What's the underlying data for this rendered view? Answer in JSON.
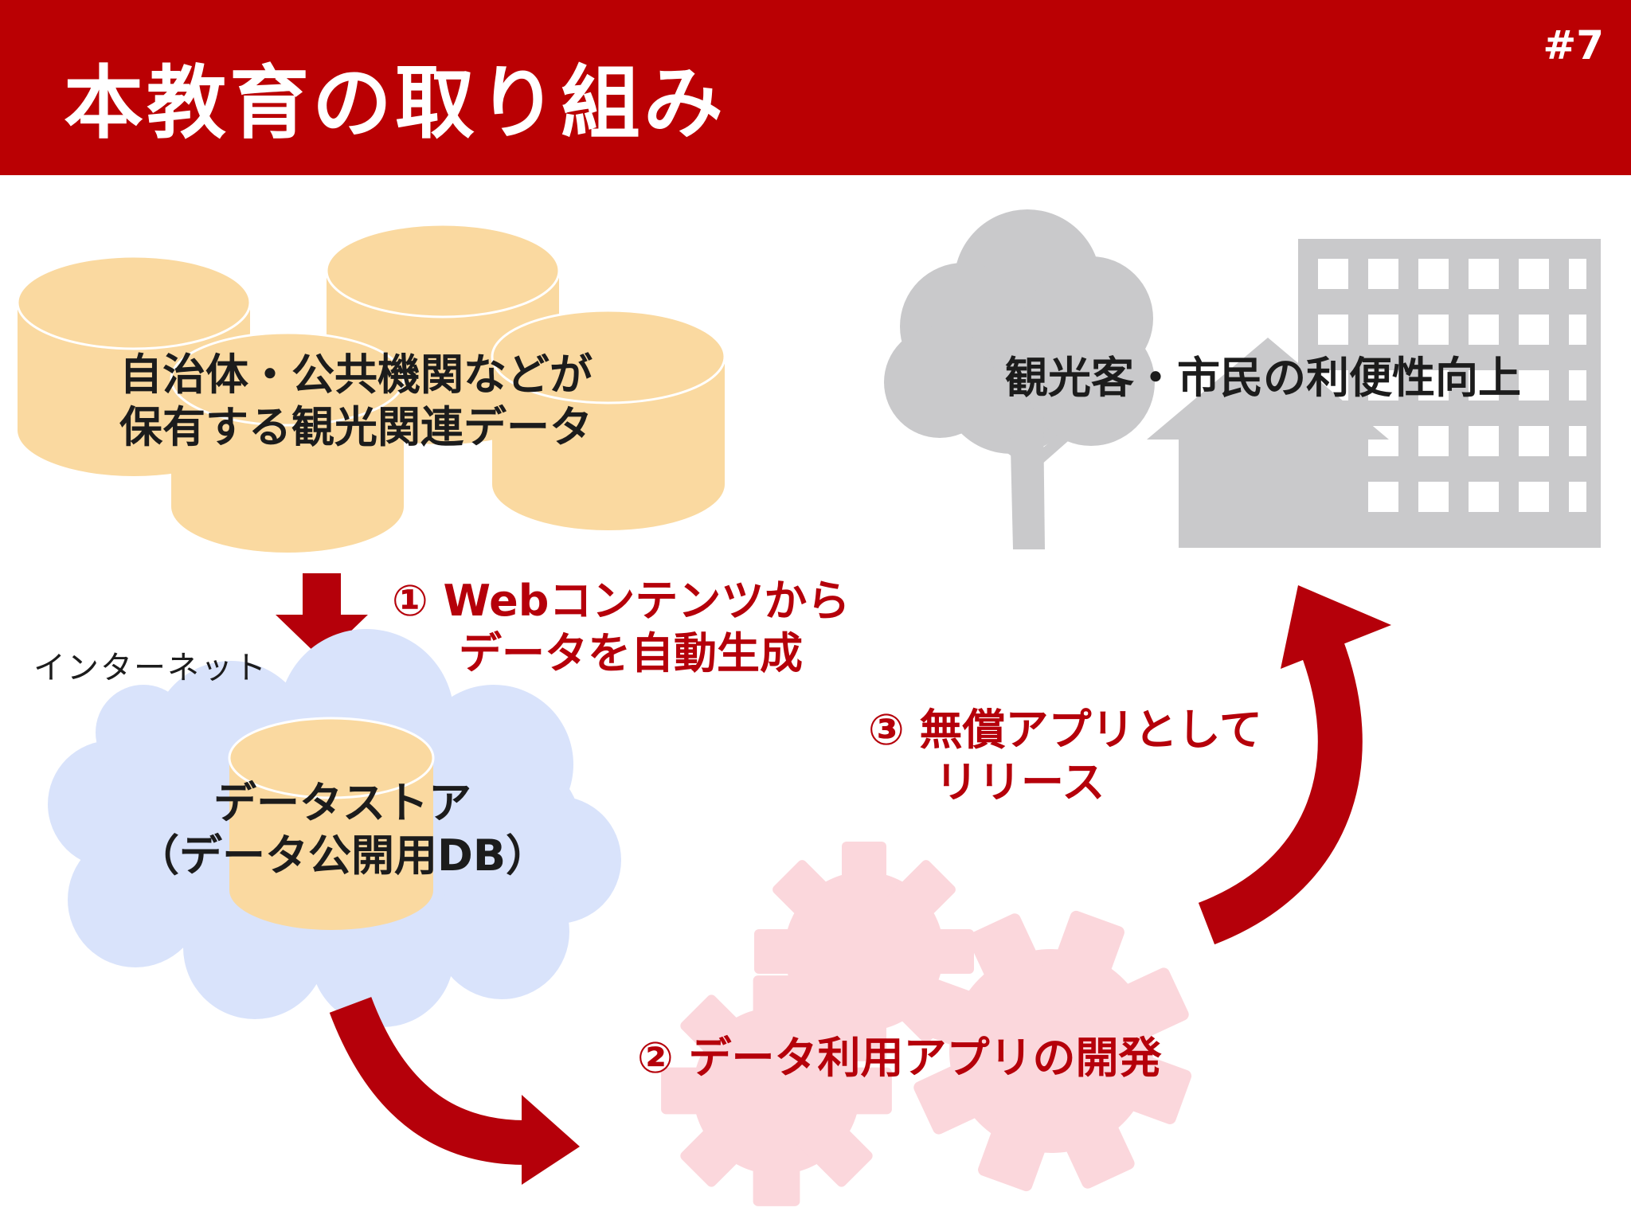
{
  "slide": {
    "title": "本教育の取り組み",
    "page_number": "#7"
  },
  "colors": {
    "header": "#ba0003",
    "arrow": "#b5000a",
    "database": "#fad9a0",
    "cloud": "#d9e3fb",
    "gear": "#fbd7dc",
    "icon_gray": "#c9c9cb"
  },
  "diagram": {
    "source": {
      "lines": [
        "自治体・公共機関などが",
        "保有する観光関連データ"
      ],
      "icon": "database-stack-icon"
    },
    "internet_label": "インターネット",
    "data_store": {
      "lines": [
        "データストア",
        "（データ公開用DB）"
      ],
      "icon": "cloud-database-icon"
    },
    "benefit": {
      "text": "観光客・市民の利便性向上",
      "icons": [
        "tree-icon",
        "house-icon",
        "building-icon"
      ]
    },
    "steps": [
      {
        "lines": [
          "① Webコンテンツから",
          "データを自動生成"
        ]
      },
      {
        "lines": [
          "② データ利用アプリの開発"
        ],
        "icon": "gears-icon"
      },
      {
        "lines": [
          "③ 無償アプリとして",
          "リリース"
        ]
      }
    ]
  }
}
